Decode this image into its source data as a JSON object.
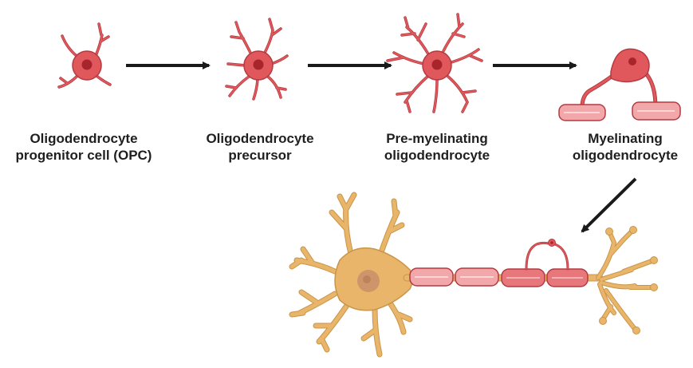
{
  "stages": [
    {
      "line1": "Oligodendrocyte",
      "line2": "progenitor cell (OPC)"
    },
    {
      "line1": "Oligodendrocyte",
      "line2": "precursor"
    },
    {
      "line1": "Pre-myelinating",
      "line2": "oligodendrocyte"
    },
    {
      "line1": "Myelinating",
      "line2": "oligodendrocyte"
    }
  ],
  "icons": [
    "opc-cell-icon",
    "precursor-cell-icon",
    "pre-myelinating-cell-icon",
    "myelinating-cell-icon",
    "neuron-icon",
    "arrow-icon"
  ],
  "colors": {
    "cell_fill": "#e0585c",
    "cell_stroke": "#b33a40",
    "nucleus": "#a8252c",
    "myelin_fill": "#f2a8aa",
    "myelin_stroke": "#b33a40",
    "neuron_fill": "#e8b56a",
    "neuron_stroke": "#c99548",
    "neuron_nucleus": "#c88f69",
    "arrow": "#1a1a1a"
  }
}
